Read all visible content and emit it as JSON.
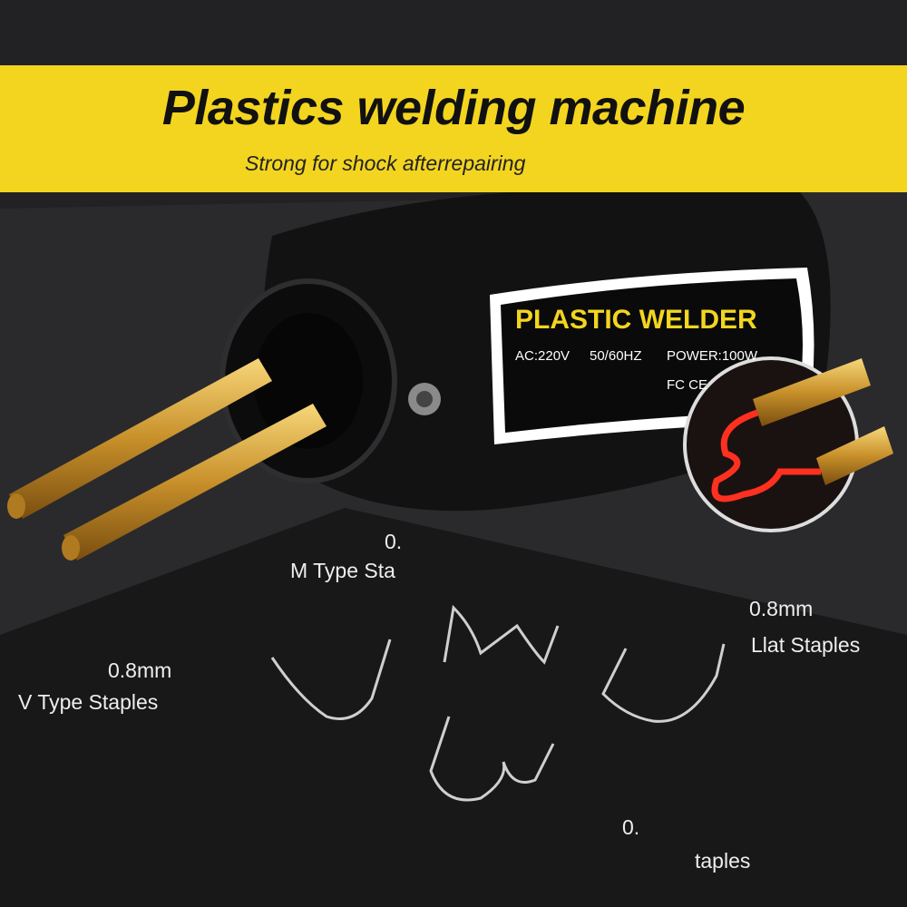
{
  "banner": {
    "title": "Plastics welding machine",
    "subtitle": "Strong for shock afterrepairing",
    "color": "#f3d51f"
  },
  "device_label": {
    "brand": "PLASTIC WELDER",
    "voltage": "AC:220V",
    "frequency": "50/60HZ",
    "power": "POWER:100W",
    "certifications": "FC CE"
  },
  "staples": {
    "m_type": {
      "size": "0.",
      "name": "M Type Sta"
    },
    "flat": {
      "size": "0.8mm",
      "name": "Llat Staples"
    },
    "v_type": {
      "size": "0.8mm",
      "name": "V Type Staples"
    },
    "wave": {
      "size": "0.",
      "name": "taples"
    }
  }
}
